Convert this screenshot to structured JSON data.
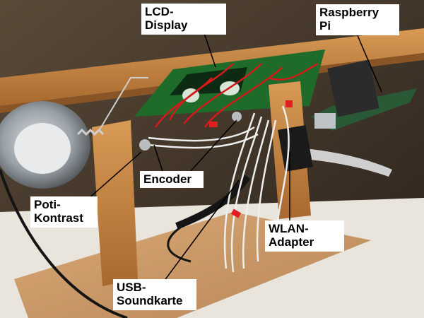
{
  "labels": {
    "lcd": {
      "line1": "LCD-",
      "line2": "Display"
    },
    "raspberry": {
      "line1": "Raspberry",
      "line2": "Pi"
    },
    "encoder": {
      "line1": "Encoder"
    },
    "poti": {
      "line1": "Poti-",
      "line2": "Kontrast"
    },
    "wlan": {
      "line1": "WLAN-",
      "line2": "Adapter"
    },
    "usb": {
      "line1": "USB-",
      "line2": "Soundkarte"
    }
  },
  "colors": {
    "wood": "#c98b4a",
    "pcb_green": "#1f6b2a",
    "wire_red": "#d41a1a",
    "wire_white": "#eeeeee",
    "label_bg": "#ffffff",
    "label_text": "#000000"
  }
}
